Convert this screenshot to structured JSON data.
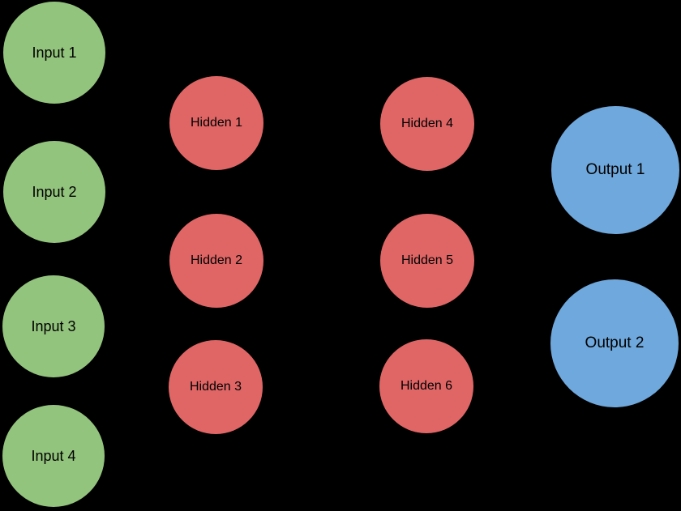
{
  "colors": {
    "background": "#000000",
    "input_node_fill": "#93C47D",
    "hidden_node_fill": "#E06666",
    "output_node_fill": "#6FA8DC",
    "label_text": "#000000"
  },
  "layers": [
    {
      "name": "input",
      "node_count": 4
    },
    {
      "name": "hidden-1",
      "node_count": 3
    },
    {
      "name": "hidden-2",
      "node_count": 3
    },
    {
      "name": "output",
      "node_count": 2
    }
  ],
  "nodes": [
    {
      "id": "input-1",
      "label": "Input 1",
      "layer": "input"
    },
    {
      "id": "input-2",
      "label": "Input 2",
      "layer": "input"
    },
    {
      "id": "input-3",
      "label": "Input 3",
      "layer": "input"
    },
    {
      "id": "input-4",
      "label": "Input 4",
      "layer": "input"
    },
    {
      "id": "hidden-1",
      "label": "Hidden 1",
      "layer": "hidden-1"
    },
    {
      "id": "hidden-2",
      "label": "Hidden 2",
      "layer": "hidden-1"
    },
    {
      "id": "hidden-3",
      "label": "Hidden 3",
      "layer": "hidden-1"
    },
    {
      "id": "hidden-4",
      "label": "Hidden 4",
      "layer": "hidden-2"
    },
    {
      "id": "hidden-5",
      "label": "Hidden 5",
      "layer": "hidden-2"
    },
    {
      "id": "hidden-6",
      "label": "Hidden 6",
      "layer": "hidden-2"
    },
    {
      "id": "output-1",
      "label": "Output 1",
      "layer": "output"
    },
    {
      "id": "output-2",
      "label": "Output 2",
      "layer": "output"
    }
  ]
}
